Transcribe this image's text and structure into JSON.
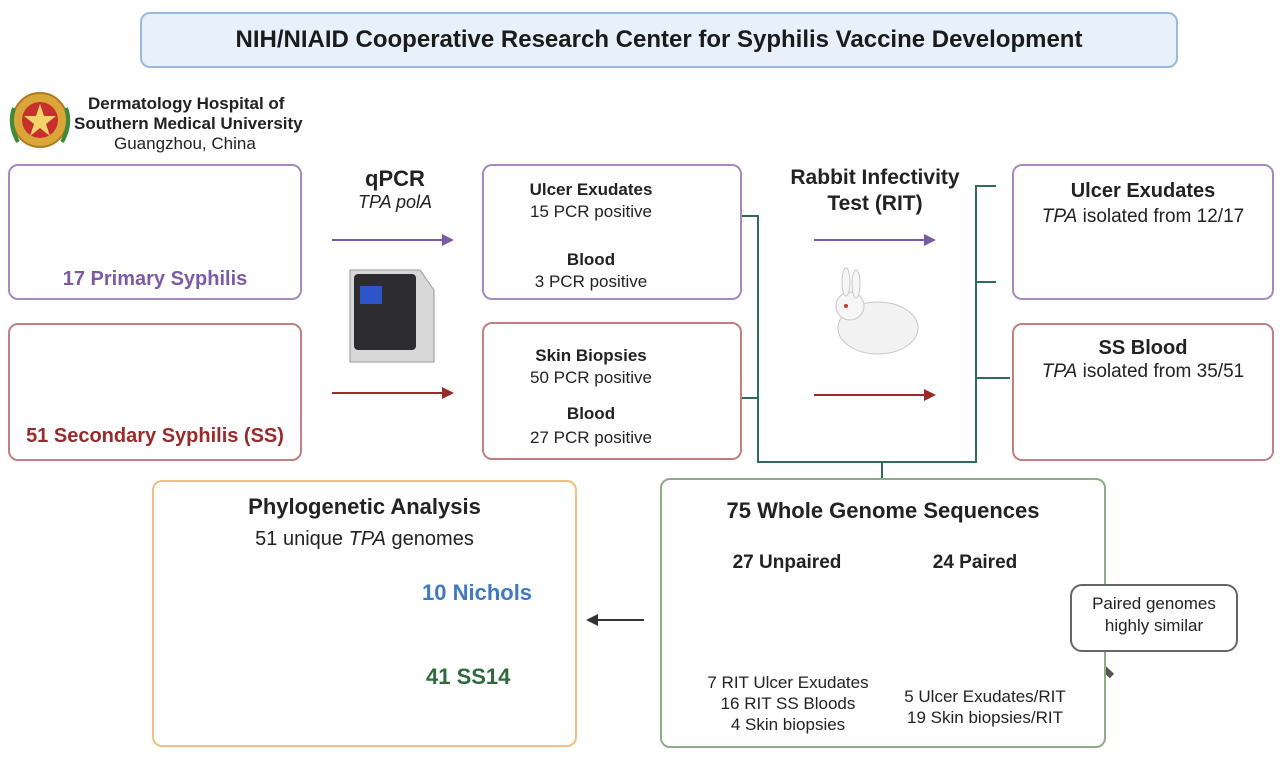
{
  "header": {
    "title": "NIH/NIAID Cooperative Research Center for Syphilis Vaccine Development"
  },
  "institution": {
    "line1": "Dermatology Hospital of",
    "line2": "Southern Medical University",
    "location": "Guangzhou, China"
  },
  "cohorts": {
    "primary": "17 Primary Syphilis",
    "secondary": "51 Secondary Syphilis (SS)"
  },
  "qpcr": {
    "label": "qPCR",
    "target": "TPA polA"
  },
  "primary_results": {
    "ulcer_title": "Ulcer Exudates",
    "ulcer_value": "15 PCR positive",
    "blood_title": "Blood",
    "blood_value": "3 PCR positive"
  },
  "secondary_results": {
    "skin_title": "Skin Biopsies",
    "skin_value": "50 PCR positive",
    "blood_title": "Blood",
    "blood_value": "27 PCR positive"
  },
  "rit": {
    "line1": "Rabbit Infectivity",
    "line2": "Test (RIT)"
  },
  "isolation": {
    "ulcer_title": "Ulcer Exudates",
    "ulcer_prefix": "TPA",
    "ulcer_text": " isolated from 12/17",
    "ss_title": "SS Blood",
    "ss_prefix": "TPA",
    "ss_text": " isolated from 35/51"
  },
  "phylo": {
    "title": "Phylogenetic Analysis",
    "sub_prefix": "51 unique ",
    "sub_italic": "TPA",
    "sub_suffix": " genomes",
    "nichols": "10 Nichols",
    "ss14": "41 SS14",
    "colors": {
      "nichols": "#3f79c0",
      "ss14": "#2e6b3a"
    }
  },
  "wgs": {
    "title": "75 Whole Genome Sequences",
    "unpaired_title": "27 Unpaired",
    "paired_title": "24 Paired",
    "unpaired_items": [
      "7 RIT Ulcer Exudates",
      "16 RIT SS Bloods",
      "4 Skin biopsies"
    ],
    "paired_items": [
      "5 Ulcer Exudates/RIT",
      "19 Skin biopsies/RIT"
    ],
    "callout_line1": "Paired genomes",
    "callout_line2": "highly similar"
  },
  "colors": {
    "purple": "#7b5ba6",
    "red": "#9b2a2a",
    "connector": "#2f6b5a",
    "title_bg": "#e8f0fb"
  }
}
